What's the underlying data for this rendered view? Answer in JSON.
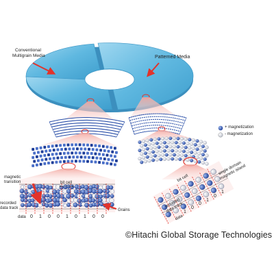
{
  "labels": {
    "conventional": "Conventional",
    "multigrain": "Multigrain Media",
    "patterned": "Patterned Media",
    "plus_mag": "+ magnetization",
    "minus_mag": "- magnetization",
    "magnetic1": "magnetic",
    "transition": "transition",
    "bit_cell_left": "bit cell",
    "recorded1": "recorded",
    "recorded2": "data track",
    "grains": "Grains",
    "data_left": "data",
    "bit_cell_right": "bit cell",
    "single_domain1": "single domain",
    "single_domain2": "magnetic island",
    "rec_right1": "recorded",
    "rec_right2": "data track",
    "data_right": "data"
  },
  "data_bits_left": [
    "0",
    "1",
    "0",
    "0",
    "1",
    "0",
    "1",
    "0",
    "0"
  ],
  "data_bits_right": [
    "1",
    "0",
    "0",
    "1",
    "0",
    "1"
  ],
  "credit": "©Hitachi Global Storage Technologies",
  "colors": {
    "disk": "#5fb8e0",
    "disk_edge": "#3c95c4",
    "grain_blue": "#2a4fa8",
    "beam": "#f4b7b2",
    "arrow": "#e2332b",
    "plus_dot": "#3a5bb5",
    "minus_dot": "#f1f1f3"
  }
}
